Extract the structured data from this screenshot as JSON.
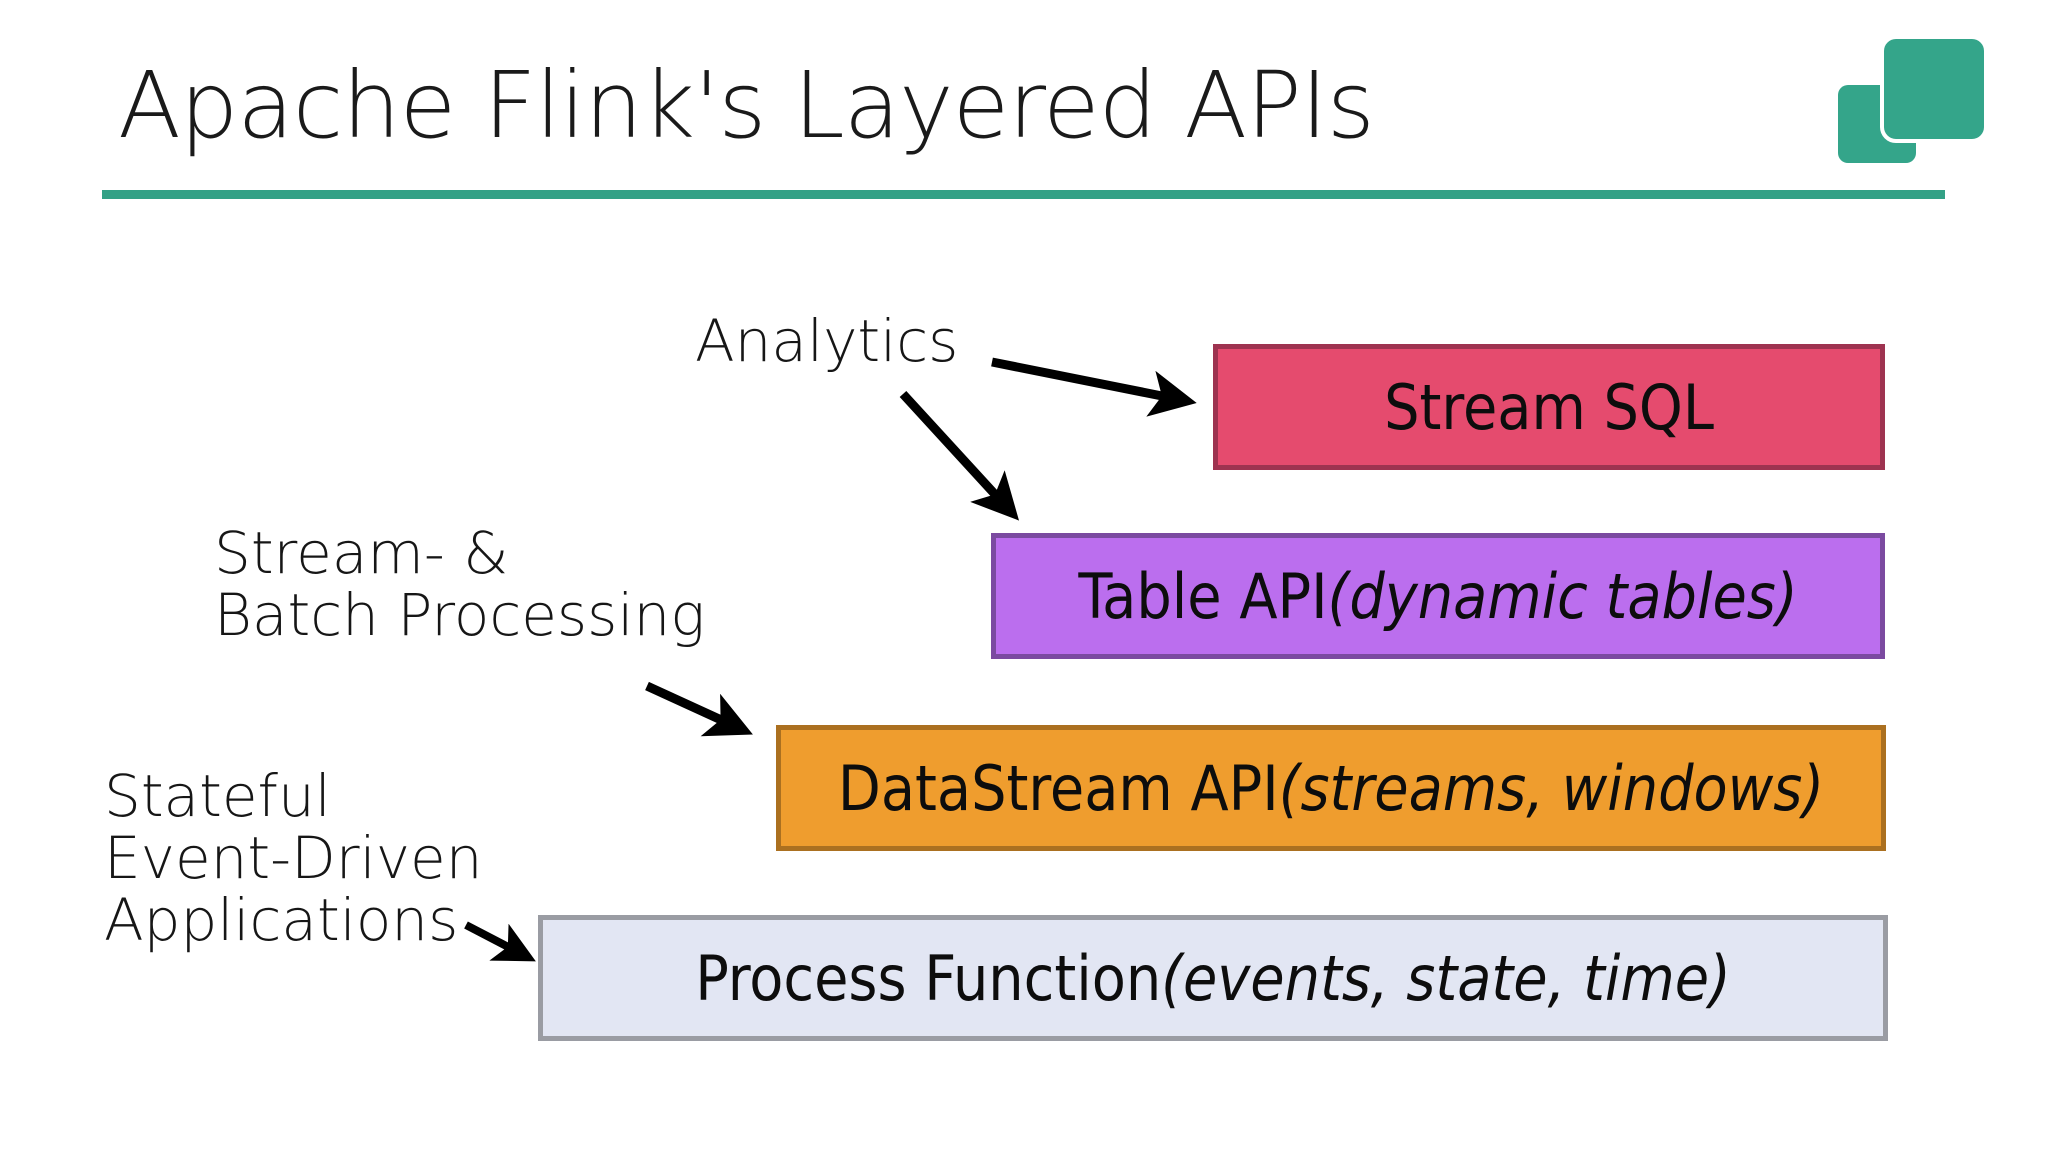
{
  "slide": {
    "title": "Apache Flink's Layered APIs",
    "background_color": "#ffffff",
    "accent_color": "#33A186"
  },
  "logo": {
    "name": "two-squares-logo",
    "color": "#34A58A"
  },
  "annotations": [
    {
      "key": "analytics",
      "text": "Analytics"
    },
    {
      "key": "stream_batch",
      "text": "Stream- &\nBatch Processing"
    },
    {
      "key": "stateful",
      "text": "Stateful\nEvent-Driven\nApplications"
    }
  ],
  "anno_analytics": "Analytics",
  "anno_stream_batch": "Stream- &\nBatch Processing",
  "anno_stateful": "Stateful\nEvent-Driven\nApplications",
  "layers": [
    {
      "key": "stream_sql",
      "lead": "Stream SQL",
      "paren": "",
      "fill": "#E54B6E",
      "border": "#9E3350"
    },
    {
      "key": "table_api",
      "lead": "Table API ",
      "paren": "(dynamic tables)",
      "fill": "#BB6EEE",
      "border": "#7B4AA0"
    },
    {
      "key": "datastream_api",
      "lead": "DataStream API ",
      "paren": "(streams, windows)",
      "fill": "#EF9D2E",
      "border": "#AB7020"
    },
    {
      "key": "process_function",
      "lead": "Process Function ",
      "paren": "(events, state, time)",
      "fill": "#E2E6F3",
      "border": "#9A9CA3"
    }
  ],
  "arrows": [
    {
      "key": "analytics_to_sql",
      "from": "Analytics",
      "to": "Stream SQL"
    },
    {
      "key": "analytics_to_table",
      "from": "Analytics",
      "to": "Table API"
    },
    {
      "key": "batch_to_datastream",
      "from": "Batch Processing",
      "to": "DataStream API"
    },
    {
      "key": "apps_to_process",
      "from": "Applications",
      "to": "Process Function"
    }
  ]
}
